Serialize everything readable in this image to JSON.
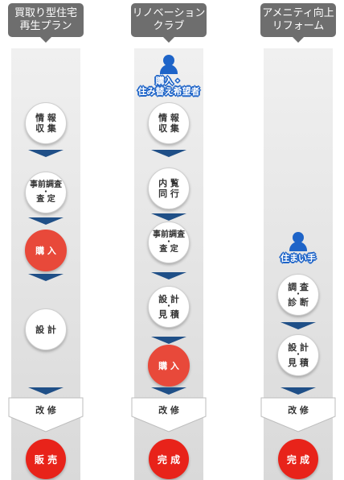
{
  "columns": [
    {
      "header": [
        "買取り型住宅",
        "再生プラン"
      ],
      "steps": [
        {
          "lines": [
            "情 報",
            "収 集"
          ],
          "red": false
        },
        {
          "lines": [
            "事前調査",
            "・",
            "査 定"
          ],
          "red": false
        },
        {
          "lines": [
            "購 入"
          ],
          "red": true
        },
        {
          "lines": [
            "設 計"
          ],
          "red": false
        }
      ],
      "renovation": "改 修",
      "final": "販 売"
    },
    {
      "header": [
        "リノベーション",
        "クラブ"
      ],
      "person": [
        "購入・",
        "住み替え希望者"
      ],
      "steps": [
        {
          "lines": [
            "情 報",
            "収 集"
          ],
          "red": false
        },
        {
          "lines": [
            "内 覧",
            "同 行"
          ],
          "red": false
        },
        {
          "lines": [
            "事前調査",
            "・",
            "査 定"
          ],
          "red": false
        },
        {
          "lines": [
            "設 計",
            "・",
            "見 積"
          ],
          "red": false
        },
        {
          "lines": [
            "購 入"
          ],
          "red": true
        }
      ],
      "renovation": "改 修",
      "final": "完 成"
    },
    {
      "header": [
        "アメニティ向上",
        "リフォーム"
      ],
      "person": [
        "住まい手"
      ],
      "steps": [
        {
          "lines": [
            "調 査",
            "・",
            "診 断"
          ],
          "red": false
        },
        {
          "lines": [
            "設 計",
            "・",
            "見 積"
          ],
          "red": false
        }
      ],
      "renovation": "改 修",
      "final": "完 成"
    }
  ],
  "colors": {
    "header": "#6e6e6e",
    "arrow": "#1f4f87",
    "accent_red": "#e8493a",
    "final_red": "#e8231a",
    "person_blue": "#1e64c8"
  }
}
